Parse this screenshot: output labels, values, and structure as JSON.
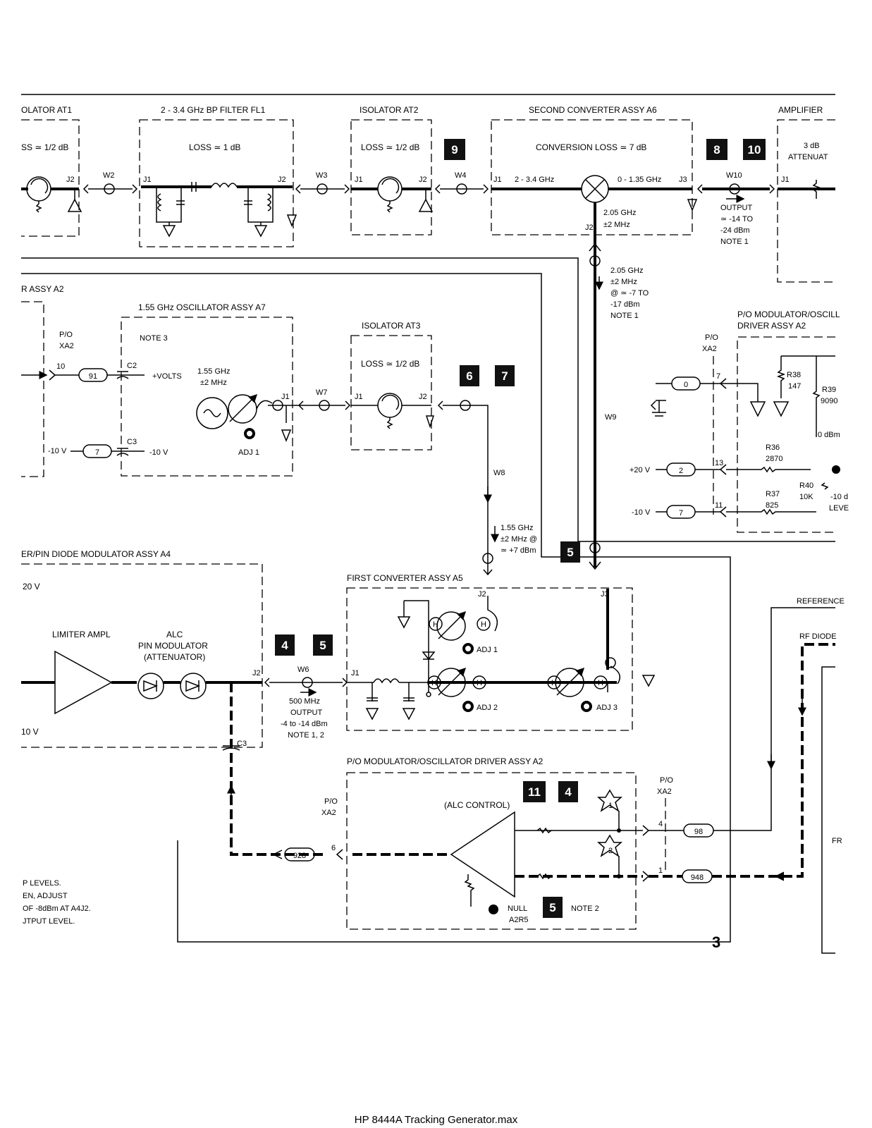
{
  "labels": {
    "isolator_at1": "OLATOR AT1",
    "at1_loss": "SS ≃ 1/2 dB",
    "bp_filter": "2 - 3.4 GHz BP FILTER FL1",
    "fl1_loss": "LOSS ≃ 1 dB",
    "isolator_at2": "ISOLATOR AT2",
    "at2_loss": "LOSS ≃ 1/2 dB",
    "second_conv": "SECOND CONVERTER ASSY A6",
    "conv_loss": "CONVERSION LOSS ≃ 7 dB",
    "amplifier": "AMPLIFIER",
    "atten_3db": "3 dB",
    "attenuat": "ATTENUAT",
    "range_in": "2 - 3.4 GHz",
    "range_out": "0 - 1.35 GHz",
    "lo_2_05a": "2.05 GHz",
    "lo_2_05b": "±2 MHz",
    "w10_out1": "OUTPUT",
    "w10_out2": "≃ -14 TO",
    "w10_out3": "-24 dBm",
    "w10_out4": "NOTE 1",
    "w9_1": "2.05 GHz",
    "w9_2": "±2 MHz",
    "w9_3": "@ ≃ -7 TO",
    "w9_4": "-17 dBm",
    "w9_5": "NOTE 1",
    "assy_a2_top": "R ASSY A2",
    "osc_a7": "1.55 GHz OSCILLATOR ASSY A7",
    "note3": "NOTE 3",
    "osc_freq1": "1.55 GHz",
    "osc_freq2": "±2 MHz",
    "volts": "+VOLTS",
    "neg10": "-10 V",
    "adj1": "ADJ 1",
    "adj2": "ADJ 2",
    "adj3": "ADJ 3",
    "isolator_at3": "ISOLATOR AT3",
    "at3_loss": "LOSS ≃ 1/2 dB",
    "po_mod_osc_top": "P/O MODULATOR/OSCILL",
    "driver_a2": "DRIVER ASSY A2",
    "po": "P/O",
    "xa2": "XA2",
    "r38": "R38",
    "r38v": "147",
    "r39": "R39",
    "r39v": "9090",
    "dbm0": "0 dBm",
    "r36": "R36",
    "r36v": "2870",
    "r37": "R37",
    "r37v": "825",
    "r40": "R40",
    "r40v": "10K",
    "m10d": "-10 d",
    "level": "LEVE",
    "plus20": "+20 V",
    "w8_1": "1.55 GHz",
    "w8_2": "±2 MHz @",
    "w8_3": "≃ +7 dBm",
    "mod_a4": "ER/PIN DIODE MODULATOR ASSY A4",
    "v20": "20 V",
    "v10": "10 V",
    "limiter": "LIMITER AMPL",
    "alc": "ALC",
    "pin_mod": "PIN MODULATOR",
    "attenuator": "(ATTENUATOR)",
    "first_conv": "FIRST CONVERTER ASSY A5",
    "w6_1": "500 MHz",
    "w6_2": "OUTPUT",
    "w6_3": "-4 to -14 dBm",
    "w6_4": "NOTE 1, 2",
    "reference": "REFERENCE",
    "rf_diode": "RF DIODE",
    "po_mod_osc_bottom": "P/O MODULATOR/OSCILLATOR DRIVER ASSY A2",
    "alc_control": "(ALC CONTROL)",
    "null": "NULL",
    "a2r5": "A2R5",
    "note2": "NOTE 2",
    "fr": "FR",
    "note_line1": "P LEVELS.",
    "note_line2": "EN, ADJUST",
    "note_line3": "OF -8dBm AT A4J2.",
    "note_line4": "JTPUT LEVEL.",
    "sheet": "3",
    "c2": "C2",
    "c3": "C3",
    "w2": "W2",
    "w3": "W3",
    "w4": "W4",
    "w6": "W6",
    "w7": "W7",
    "w8": "W8",
    "w9": "W9",
    "w10": "W10",
    "j1": "J1",
    "j2": "J2",
    "j3": "J3",
    "pin10": "10",
    "pin7": "7",
    "pin13": "13",
    "pin11": "11",
    "pin6": "6",
    "pin4": "4",
    "pin1": "1",
    "h": "H"
  },
  "wire_numbers": [
    "91",
    "7",
    "0",
    "2",
    "7",
    "928",
    "98",
    "948"
  ],
  "step_boxes": [
    "9",
    "8",
    "10",
    "6",
    "7",
    "5",
    "4",
    "5",
    "11",
    "4",
    "5"
  ],
  "stars": [
    "1",
    "2"
  ],
  "footer": "HP 8444A Tracking Generator.max"
}
